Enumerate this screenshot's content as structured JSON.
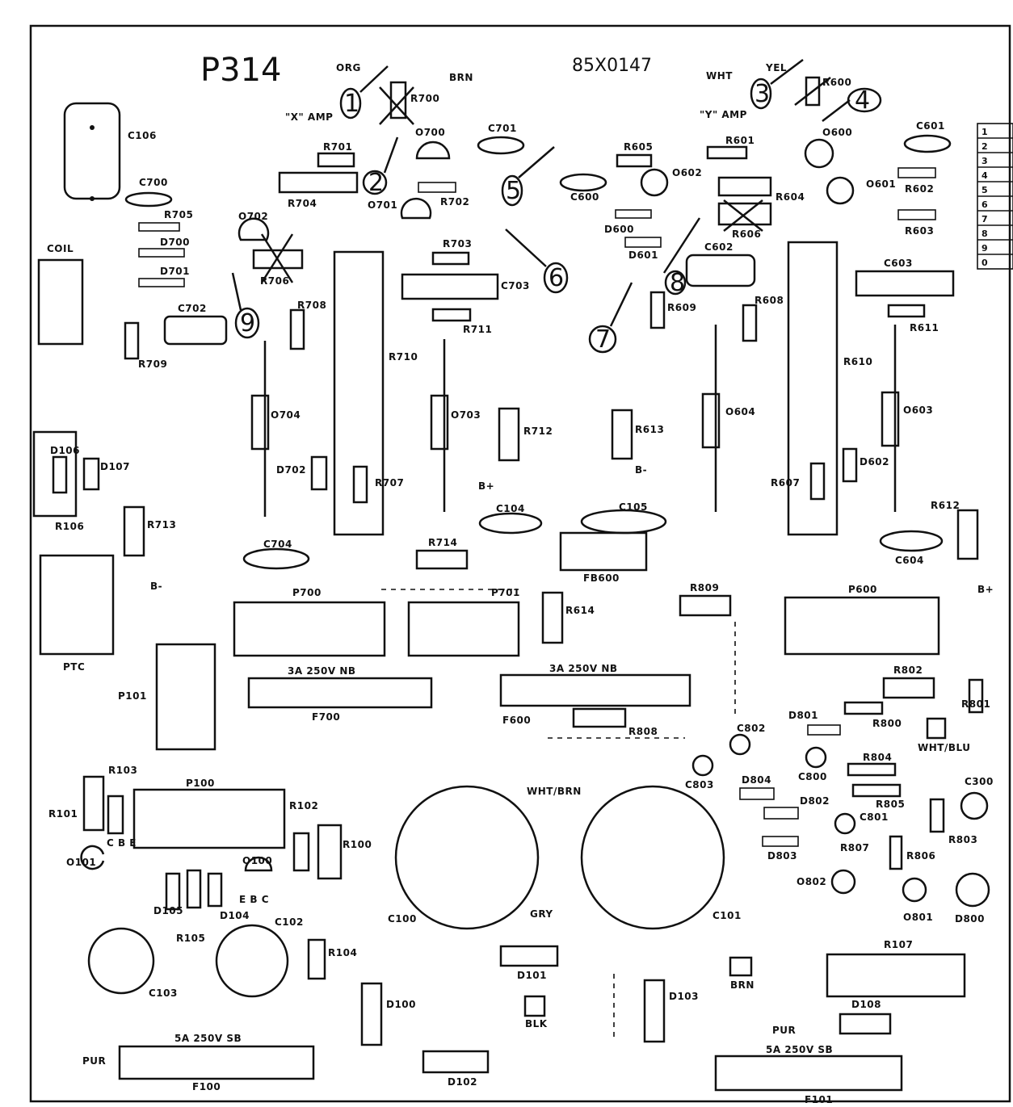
{
  "board": {
    "model": "P314",
    "part_number": "85X0147"
  },
  "sections": {
    "x_amp": "\"X\" AMP",
    "y_amp": "\"Y\" AMP"
  },
  "callouts": [
    "1",
    "2",
    "3",
    "4",
    "5",
    "6",
    "7",
    "8",
    "9"
  ],
  "side_strip": {
    "numbers": [
      "1",
      "2",
      "3",
      "4",
      "5",
      "6",
      "7",
      "8",
      "9",
      "0"
    ]
  },
  "labels": {
    "C106": "C106",
    "C700": "C700",
    "R705": "R705",
    "D700": "D700",
    "D701": "D701",
    "O702": "O702",
    "R706": "R706",
    "R701": "R701",
    "R704": "R704",
    "R700": "R700",
    "ORG": "ORG",
    "BRN": "BRN",
    "O700": "O700",
    "O701": "O701",
    "R702": "R702",
    "C701": "C701",
    "R703": "R703",
    "C703": "C703",
    "R711": "R711",
    "R710": "R710",
    "R708": "R708",
    "C702": "C702",
    "R709": "R709",
    "COIL": "COIL",
    "WHT": "WHT",
    "YEL": "YEL",
    "R600": "R600",
    "O600": "O600",
    "C601": "C601",
    "R605": "R605",
    "R601": "R601",
    "O602": "O602",
    "C600": "C600",
    "R604": "R604",
    "O601": "O601",
    "R602": "R602",
    "D600": "D600",
    "R606": "R606",
    "R603": "R603",
    "D601": "D601",
    "C602": "C602",
    "C603": "C603",
    "R609": "R609",
    "R608": "R608",
    "R611": "R611",
    "R610": "R610",
    "O604": "O604",
    "O603": "O603",
    "O704": "O704",
    "O703": "O703",
    "D106": "D106",
    "D107": "D107",
    "R106": "R106",
    "D702": "D702",
    "R707": "R707",
    "R712": "R712",
    "R613": "R613",
    "R607": "R607",
    "D602": "D602",
    "R612": "R612",
    "R713": "R713",
    "C704": "C704",
    "R714": "R714",
    "C104": "C104",
    "C105": "C105",
    "FB600": "FB600",
    "C604": "C604",
    "PTC": "PTC",
    "P700": "P700",
    "P701": "P701",
    "R614": "R614",
    "R809": "R809",
    "P600": "P600",
    "P101": "P101",
    "F700": "F700",
    "F600": "F600",
    "R808": "R808",
    "R802": "R802",
    "R800": "R800",
    "R801": "R801",
    "D801": "D801",
    "C802": "C802",
    "WHT/BLU": "WHT/BLU",
    "fuse_3a": "3A 250V NB",
    "fuse_5a": "5A 250V SB",
    "R103": "R103",
    "R101": "R101",
    "P100": "P100",
    "R102": "R102",
    "R100": "R100",
    "WHT/BRN": "WHT/BRN",
    "C803": "C803",
    "D804": "D804",
    "C800": "C800",
    "R804": "R804",
    "C300": "C300",
    "D802": "D802",
    "R805": "R805",
    "C801": "C801",
    "D803": "D803",
    "R807": "R807",
    "R806": "R806",
    "R803": "R803",
    "O802": "O802",
    "O801": "O801",
    "D800": "D800",
    "O101": "O101",
    "D105": "D105",
    "R105": "R105",
    "D104": "D104",
    "O100": "O100",
    "C102": "C102",
    "C100": "C100",
    "C101": "C101",
    "GRY": "GRY",
    "C103": "C103",
    "R104": "R104",
    "D101": "D101",
    "D103": "D103",
    "BRN2": "BRN",
    "R107": "R107",
    "D100": "D100",
    "BLK": "BLK",
    "D108": "D108",
    "PUR": "PUR",
    "F100": "F100",
    "F101": "F101",
    "D102": "D102",
    "EBC": "E  B  C",
    "CBE": "C  B  E",
    "Bplus": "B+",
    "Bminus": "B-",
    "E": "E",
    "B": "B",
    "C": "C",
    "plus": "+",
    "minus": "-"
  }
}
